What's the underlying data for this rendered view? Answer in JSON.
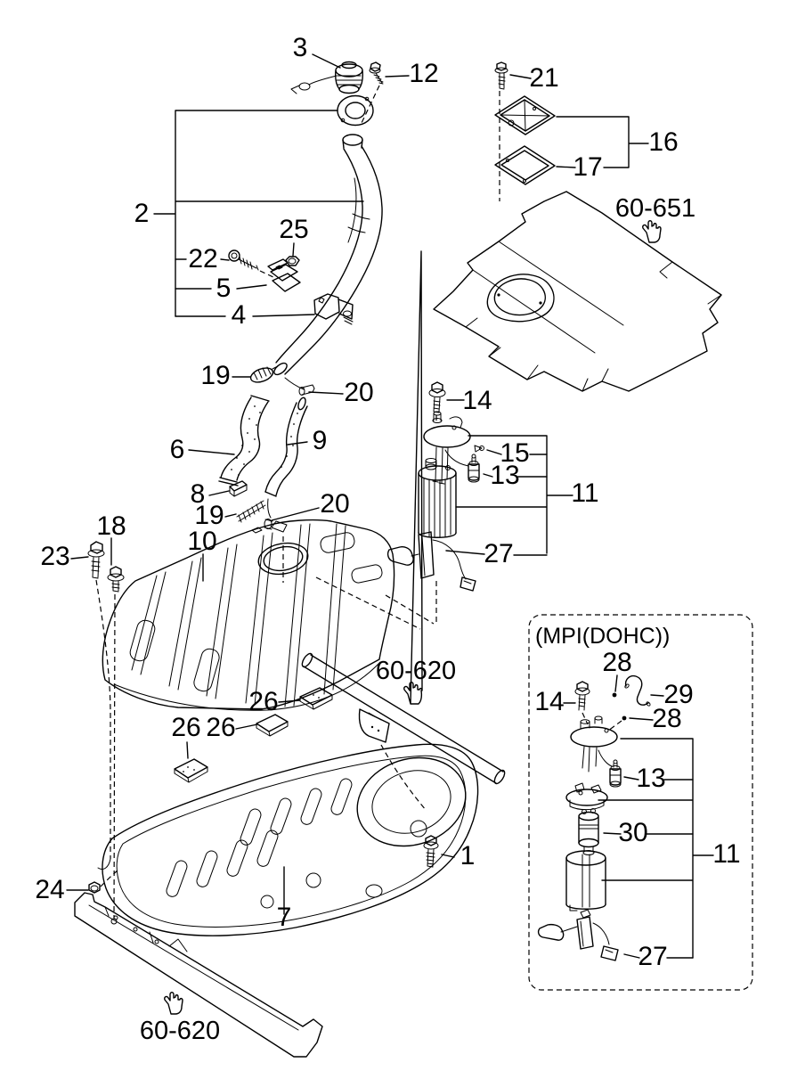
{
  "colors": {
    "background": "#ffffff",
    "line": "#000000",
    "text": "#000000"
  },
  "labels": {
    "p1": "1",
    "p2": "2",
    "p3": "3",
    "p4": "4",
    "p5": "5",
    "p6": "6",
    "p7": "7",
    "p8": "8",
    "p9": "9",
    "p10": "10",
    "p11": "11",
    "p12": "12",
    "p13": "13",
    "p14": "14",
    "p15": "15",
    "p16": "16",
    "p17": "17",
    "p18": "18",
    "p19": "19",
    "p20": "20",
    "p21": "21",
    "p22": "22",
    "p23": "23",
    "p24": "24",
    "p25": "25",
    "p26": "26",
    "p27": "27",
    "p28": "28",
    "p29": "29",
    "p30": "30",
    "ref_60_651": "60-651",
    "ref_60_620": "60-620",
    "inset_title": "(MPI(DOHC))"
  }
}
